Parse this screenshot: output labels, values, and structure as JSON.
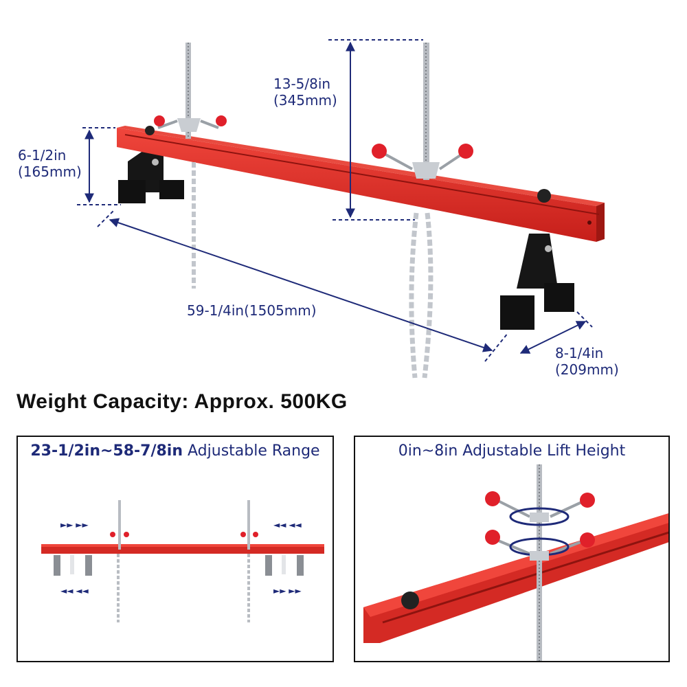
{
  "dimensions": {
    "bar_height": [
      "6-1/2in",
      "(165mm)"
    ],
    "screw_height": [
      "13-5/8in",
      "(345mm)"
    ],
    "length": "59-1/4in(1505mm)",
    "foot_depth": [
      "8-1/4in",
      "(209mm)"
    ]
  },
  "headline": "Weight Capacity: Approx. 500KG",
  "panels": {
    "left": {
      "title_bold": "23-1/2in~58-7/8in",
      "title_rest": " Adjustable Range"
    },
    "right": {
      "title": "0in~8in Adjustable Lift Height"
    }
  },
  "colors": {
    "beam": "#d42a24",
    "dimension": "#1e2a78",
    "knob": "#e0202a",
    "stand": "#141414"
  }
}
